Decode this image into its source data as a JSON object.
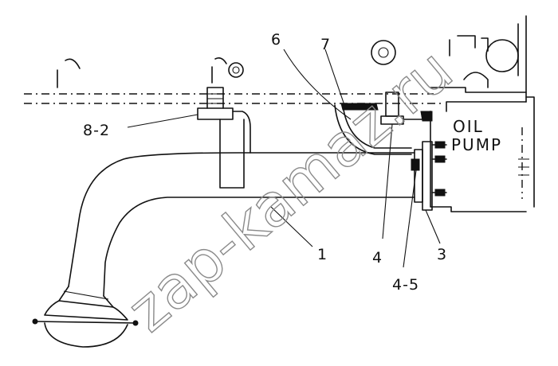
{
  "labels": {
    "part_6": "6",
    "part_7": "7",
    "part_8_2": "8-2",
    "part_1": "1",
    "part_4": "4",
    "part_3": "3",
    "part_4_5": "4-5"
  },
  "pump": {
    "line1": "OIL",
    "line2": "PUMP"
  },
  "watermark": "zap-kamaz.ru",
  "colors": {
    "ink": "#111111",
    "watermark": "#8a8a8a",
    "background": "#ffffff"
  }
}
